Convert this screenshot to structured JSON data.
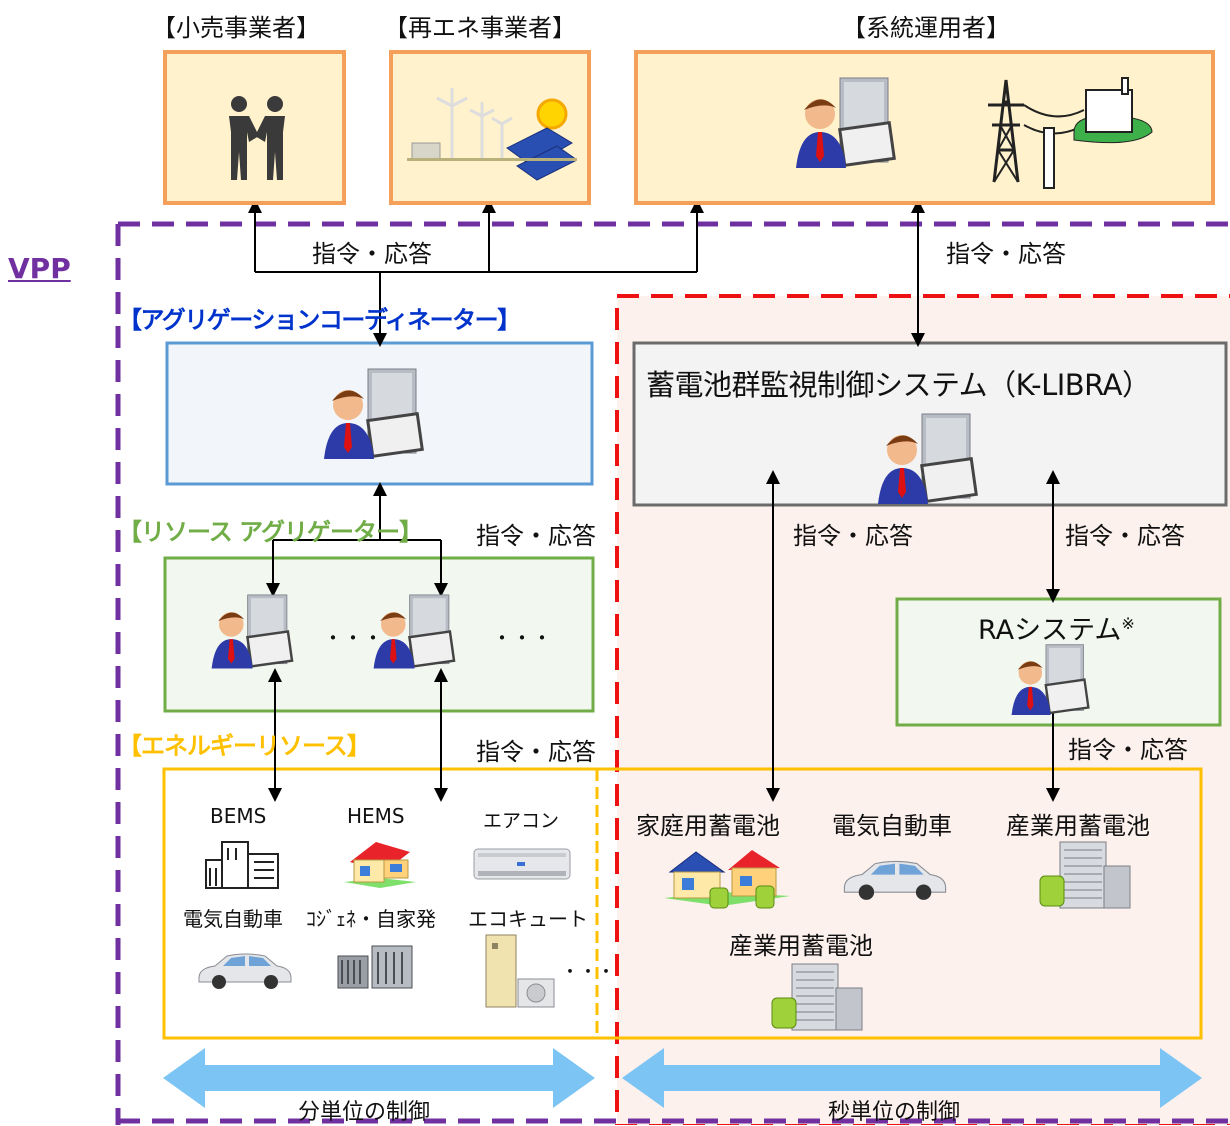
{
  "stakeholders": {
    "retail": "【小売事業者】",
    "renewable": "【再エネ事業者】",
    "grid": "【系統運用者】"
  },
  "vpp_label": "VPP",
  "command_response": "指令・応答",
  "aggregation_coordinator": {
    "title": "【アグリゲーションコーディネーター】"
  },
  "resource_aggregator": {
    "title": "【リソース アグリゲーター】",
    "ellipsis": "・・・"
  },
  "energy_resources": {
    "title": "【エネルギーリソース】",
    "items": [
      "BEMS",
      "HEMS",
      "エアコン",
      "電気自動車",
      "ｺｼﾞｪﾈ・自家発",
      "エコキュート"
    ],
    "more": "・・・"
  },
  "klibra": {
    "title": "蓄電池群監視制御システム（K-LIBRA）"
  },
  "ra_system": {
    "title": "RAシステム",
    "note_mark": "※"
  },
  "fast_resources": {
    "items": [
      "家庭用蓄電池",
      "電気自動車",
      "産業用蓄電池",
      "産業用蓄電池"
    ]
  },
  "control": {
    "minute": "分単位の制御",
    "second": "秒単位の制御"
  },
  "colors": {
    "vpp_border": "#7030a0",
    "red_border": "#ee1111",
    "coordinator_border": "#5b9bd5",
    "aggregator_border": "#70ad47",
    "resource_border": "#ffc000",
    "stakeholder_border": "#f4a05a",
    "coordinator_title": "#0033cc",
    "aggregator_title": "#70ad47",
    "resource_title": "#ffc000",
    "arrow_band": "#7cc4f4"
  },
  "icons": [
    "handshake-icon",
    "renewable-plant-icon",
    "operator-server-icon",
    "power-grid-icon",
    "building-icon",
    "house-icon",
    "air-conditioner-icon",
    "car-icon",
    "generator-icon",
    "heat-pump-icon",
    "battery-house-icon",
    "factory-battery-icon"
  ]
}
